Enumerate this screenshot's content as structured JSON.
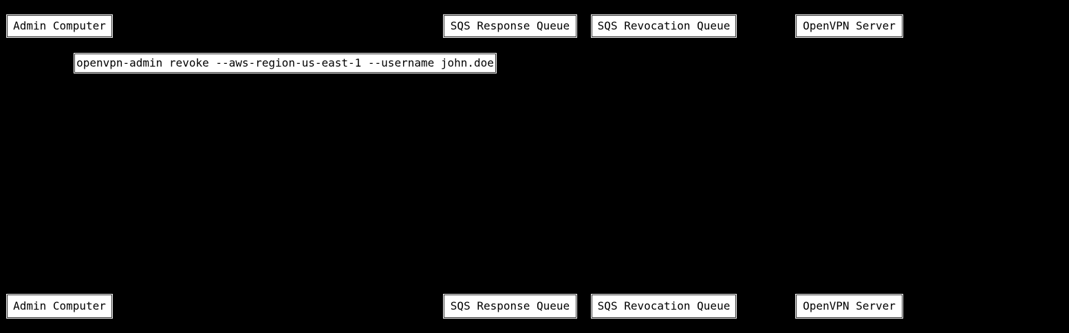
{
  "diagram_type": "sequence-diagram",
  "colors": {
    "background": "#000000",
    "box_fill": "#ffffff",
    "box_border": "#2e2e2e",
    "text": "#000000"
  },
  "participants": [
    {
      "id": "admin-computer",
      "label": "Admin Computer"
    },
    {
      "id": "sqs-response-queue",
      "label": "SQS Response Queue"
    },
    {
      "id": "sqs-revocation-queue",
      "label": "SQS Revocation Queue"
    },
    {
      "id": "openvpn-server",
      "label": "OpenVPN Server"
    }
  ],
  "message": {
    "label": "openvpn-admin revoke --aws-region-us-east-1 --username john.doe"
  }
}
